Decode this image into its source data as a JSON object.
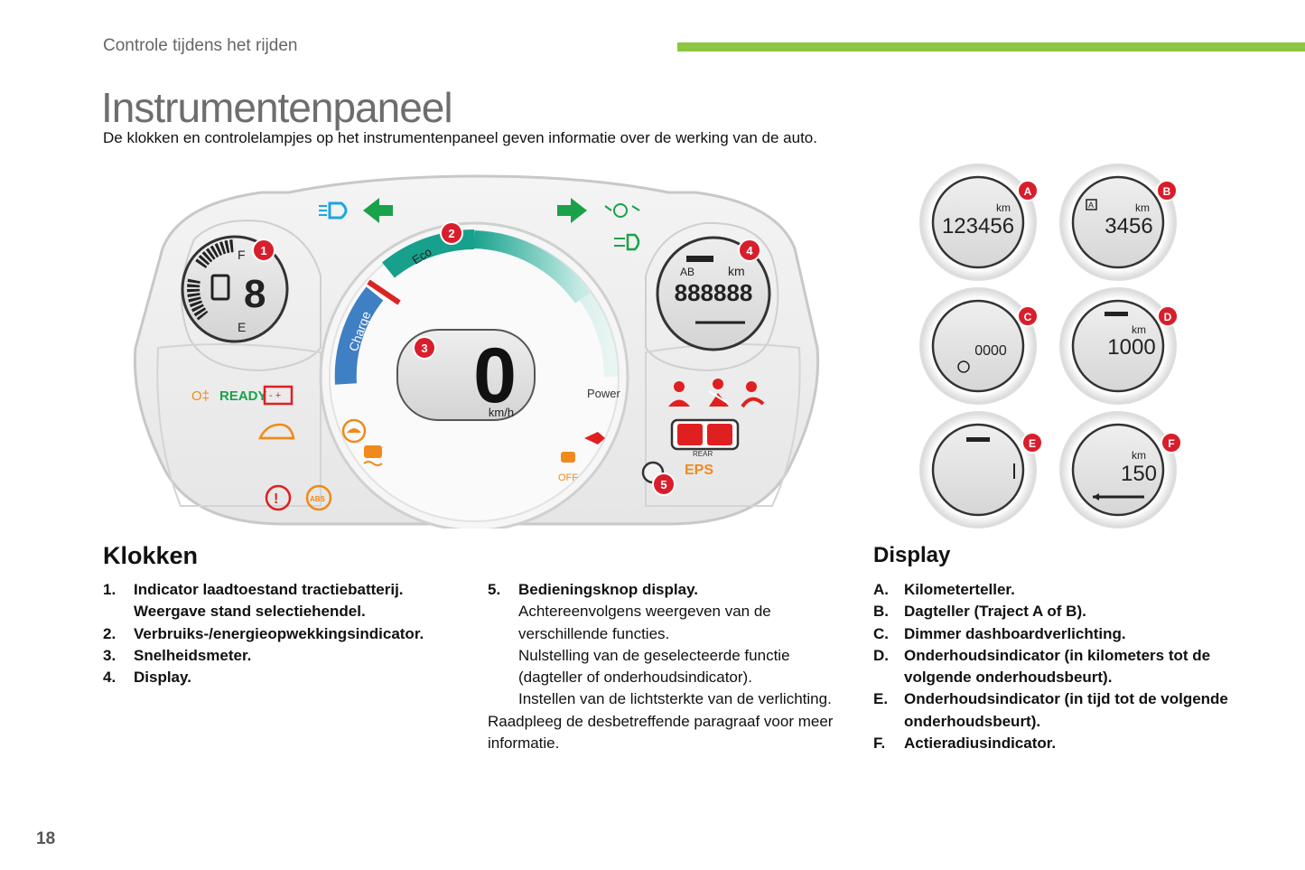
{
  "header": {
    "section": "Controle tijdens het rijden",
    "accent_color": "#8dc63f"
  },
  "page": {
    "title": "Instrumentenpaneel",
    "intro": "De klokken en controlelampjes op het instrumentenpaneel geven informatie over de werking van de auto.",
    "number": "18"
  },
  "dashboard": {
    "callouts": [
      "1",
      "2",
      "3",
      "4",
      "5"
    ],
    "arc_labels": {
      "charge": "Charge",
      "eco": "Eco",
      "power": "Power"
    },
    "speed": {
      "value": "0",
      "unit": "km/h"
    },
    "battery_gauge": {
      "full": "F",
      "empty": "E"
    },
    "display": {
      "trip": "AB",
      "unit": "km",
      "digits": "888888"
    },
    "warning_labels": {
      "ready": "READY",
      "rear": "REAR",
      "eps": "EPS",
      "off": "OFF",
      "abs": "ABS"
    },
    "icons": [
      "headlamp-icon",
      "left-turn-arrow-icon",
      "right-turn-arrow-icon",
      "front-fog-icon",
      "rear-fog-icon",
      "battery-warning-icon",
      "turtle-icon",
      "stability-control-icon",
      "wrench-icon",
      "seatbelt-icon",
      "airbag-icon",
      "brake-warning-icon",
      "abs-icon",
      "door-open-icon",
      "plug-icon"
    ]
  },
  "displays": [
    {
      "letter": "A",
      "unit": "km",
      "value": "123456"
    },
    {
      "letter": "B",
      "tag": "A",
      "unit": "km",
      "value": "3456"
    },
    {
      "letter": "C",
      "value": "0000"
    },
    {
      "letter": "D",
      "unit": "km",
      "value": "1000"
    },
    {
      "letter": "E",
      "value": ""
    },
    {
      "letter": "F",
      "unit": "km",
      "value": "150"
    }
  ],
  "klokken": {
    "title": "Klokken",
    "items": [
      {
        "num": "1.",
        "lines": [
          "Indicator laadtoestand tractiebatterij.",
          "Weergave stand selectiehendel."
        ]
      },
      {
        "num": "2.",
        "lines": [
          "Verbruiks-/energieopwekkingsindicator."
        ]
      },
      {
        "num": "3.",
        "lines": [
          "Snelheidsmeter."
        ]
      },
      {
        "num": "4.",
        "lines": [
          "Display."
        ]
      }
    ],
    "item5": {
      "num": "5.",
      "title": "Bedieningsknop display.",
      "lines": [
        "Achtereenvolgens weergeven van de verschillende functies.",
        "Nulstelling van de geselecteerde functie (dagteller of onderhoudsindicator).",
        "Instellen van de lichtsterkte van de verlichting."
      ]
    },
    "footer": "Raadpleeg de desbetreffende paragraaf voor meer informatie."
  },
  "display": {
    "title": "Display",
    "items": [
      {
        "num": "A.",
        "text": "Kilometerteller."
      },
      {
        "num": "B.",
        "text": "Dagteller (Traject A of B)."
      },
      {
        "num": "C.",
        "text": "Dimmer dashboardverlichting."
      },
      {
        "num": "D.",
        "text": "Onderhoudsindicator (in kilometers tot de volgende onderhoudsbeurt)."
      },
      {
        "num": "E.",
        "text": "Onderhoudsindicator (in tijd tot de volgende onderhoudsbeurt)."
      },
      {
        "num": "F.",
        "text": "Actieradiusindicator."
      }
    ]
  }
}
